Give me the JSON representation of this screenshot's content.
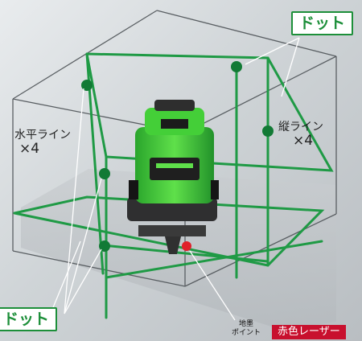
{
  "callouts": {
    "dot_top": "ドット",
    "dot_bottom": "ドット"
  },
  "labels": {
    "horizontal_line": "水平ライン",
    "horizontal_count": "×4",
    "vertical_line": "縦ライン",
    "vertical_count": "×4",
    "ground_point_line1": "地墨",
    "ground_point_line2": "ポイント",
    "red_laser": "赤色レーザー"
  },
  "colors": {
    "laser_green": "#1f9a45",
    "laser_dot": "#127a35",
    "red_point": "#e0202a",
    "callout_border": "#1d8f3a",
    "red_banner": "#c8102e",
    "device_body": "#3fc43a"
  }
}
